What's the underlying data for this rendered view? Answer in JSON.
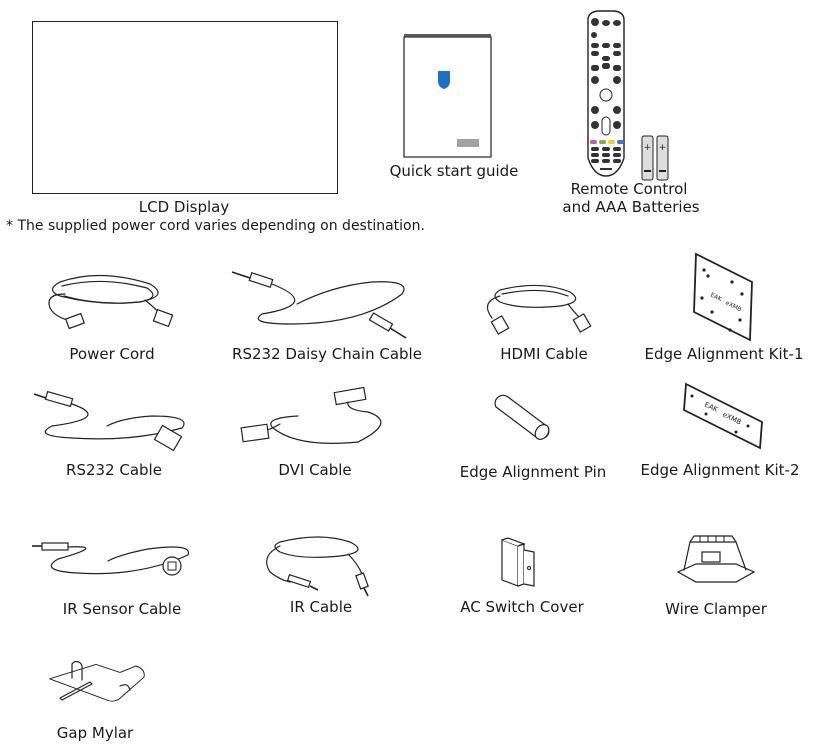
{
  "accessories": [
    {
      "id": "lcd-display",
      "label": "LCD Display"
    },
    {
      "id": "quick-start-guide",
      "label": "Quick start guide"
    },
    {
      "id": "remote-control",
      "label_line1": "Remote Control",
      "label_line2": "and AAA Batteries"
    },
    {
      "id": "power-cord",
      "label": "Power Cord"
    },
    {
      "id": "rs232-daisy-chain-cable",
      "label": "RS232 Daisy Chain Cable"
    },
    {
      "id": "hdmi-cable",
      "label": "HDMI Cable"
    },
    {
      "id": "edge-alignment-kit-1",
      "label": "Edge Alignment Kit-1"
    },
    {
      "id": "rs232-cable",
      "label": "RS232 Cable"
    },
    {
      "id": "dvi-cable",
      "label": "DVI Cable"
    },
    {
      "id": "edge-alignment-pin",
      "label": "Edge Alignment Pin"
    },
    {
      "id": "edge-alignment-kit-2",
      "label": "Edge Alignment Kit-2"
    },
    {
      "id": "ir-sensor-cable",
      "label": "IR Sensor Cable"
    },
    {
      "id": "ir-cable",
      "label": "IR Cable"
    },
    {
      "id": "ac-switch-cover",
      "label": "AC Switch Cover"
    },
    {
      "id": "wire-clamper",
      "label": "Wire Clamper"
    },
    {
      "id": "gap-mylar",
      "label": "Gap Mylar"
    }
  ],
  "footnote": "* The supplied power cord varies depending on destination.",
  "kit_plate_text": {
    "left": "EAK",
    "right": "eXMB"
  },
  "colors": {
    "brand_blue": "#1e6fc6",
    "remote_color_keys": [
      "#c05ab8",
      "#7fae3a",
      "#f2d21c",
      "#2f7fd0"
    ]
  }
}
